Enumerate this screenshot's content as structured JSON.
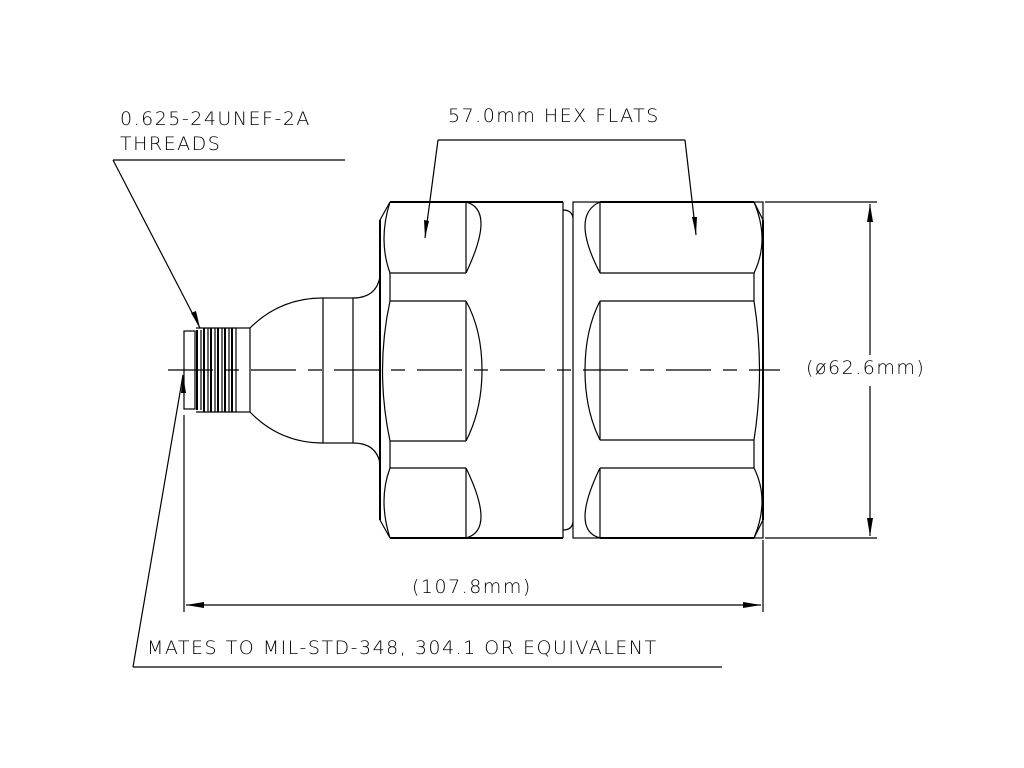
{
  "drawing": {
    "thread_callout": {
      "line1": "0.625-24UNEF-2A",
      "line2": "THREADS"
    },
    "hex_callout": "57.0mm HEX FLATS",
    "diameter_dim": "(ø62.6mm)",
    "length_dim": "(107.8mm)",
    "mates_note": "MATES TO MIL-STD-348, 304.1 OR EQUIVALENT"
  },
  "colors": {
    "line": "#000000",
    "background": "#ffffff"
  }
}
